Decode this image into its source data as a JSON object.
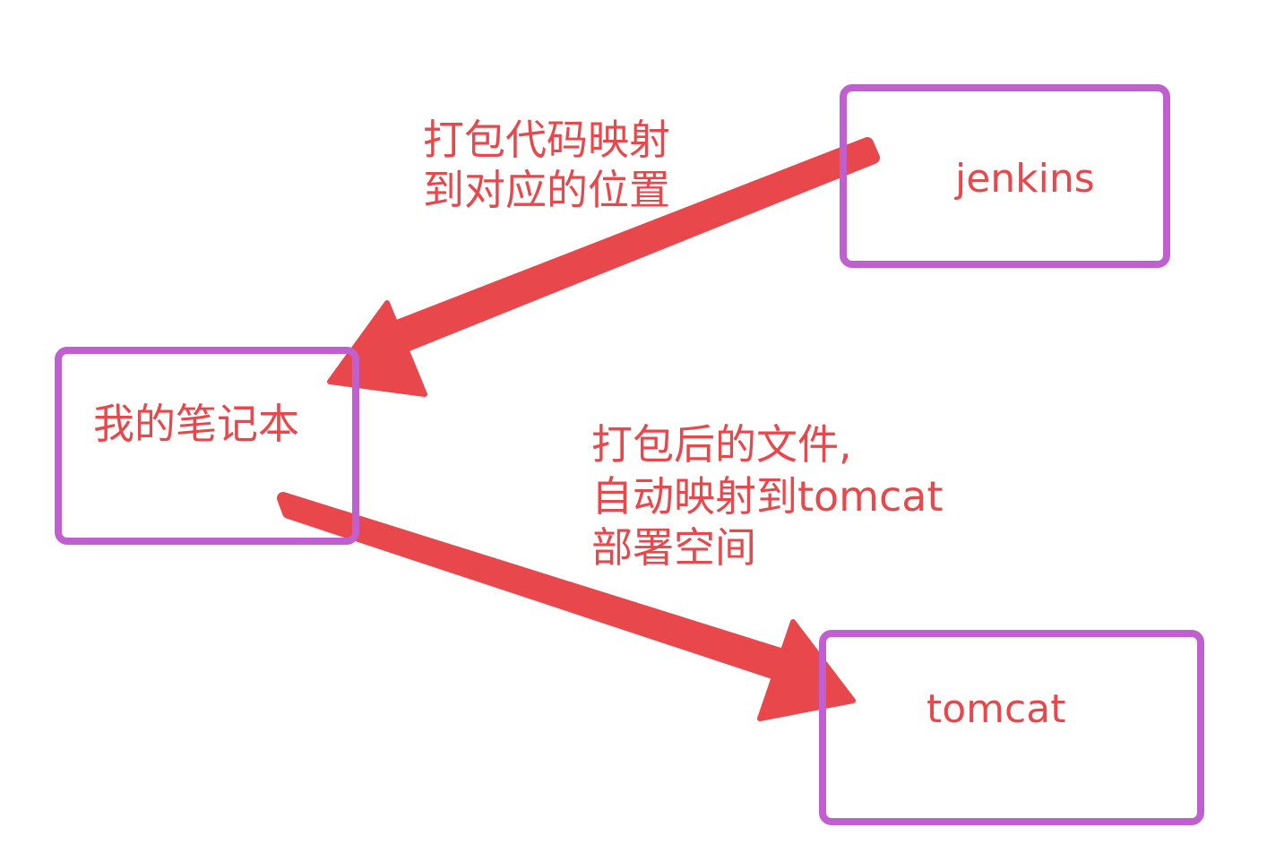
{
  "nodes": {
    "jenkins": {
      "label": "jenkins"
    },
    "laptop": {
      "label": "我的笔记本"
    },
    "tomcat": {
      "label": "tomcat"
    }
  },
  "annotations": {
    "top": {
      "lines": [
        "打包代码映射",
        "到对应的位置"
      ]
    },
    "bottom": {
      "lines": [
        "打包后的文件,",
        "自动映射到tomcat",
        "部署空间"
      ]
    }
  },
  "colors": {
    "box_border": "#c05fd0",
    "text": "#e8474b",
    "arrow": "#e8474b",
    "background": "#ffffff"
  }
}
